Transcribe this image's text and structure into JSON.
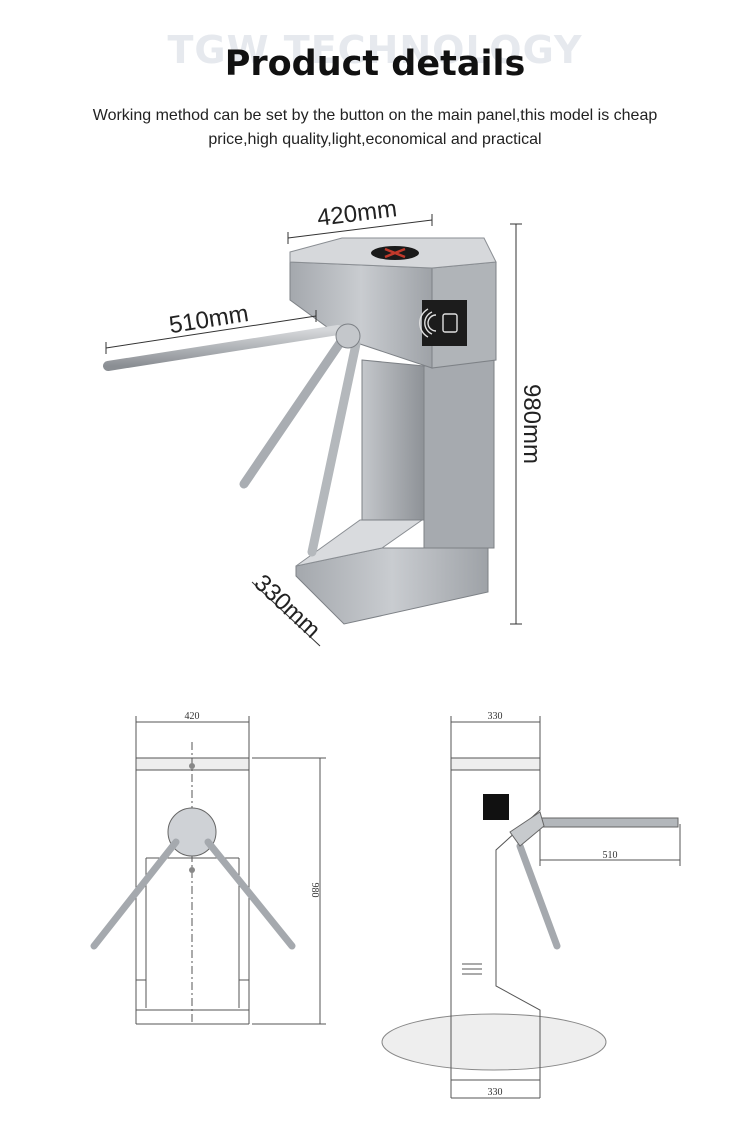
{
  "header": {
    "watermark": "TGW TECHNOLOGY",
    "title": "Product details",
    "description_line1": "Working method can be set by the button on the main panel,this model is cheap",
    "description_line2": "price,high quality,light,economical and practical"
  },
  "photo_dimensions": {
    "width": "420mm",
    "arm": "510mm",
    "height": "980mm",
    "depth": "330mm"
  },
  "front_drawing": {
    "width": "420",
    "height": "980"
  },
  "side_drawing": {
    "top_width": "330",
    "arm": "510",
    "base_width": "330"
  },
  "colors": {
    "steel": "#b9bcc0",
    "steel_dark": "#8f9398",
    "reader": "#1c1c1c"
  }
}
